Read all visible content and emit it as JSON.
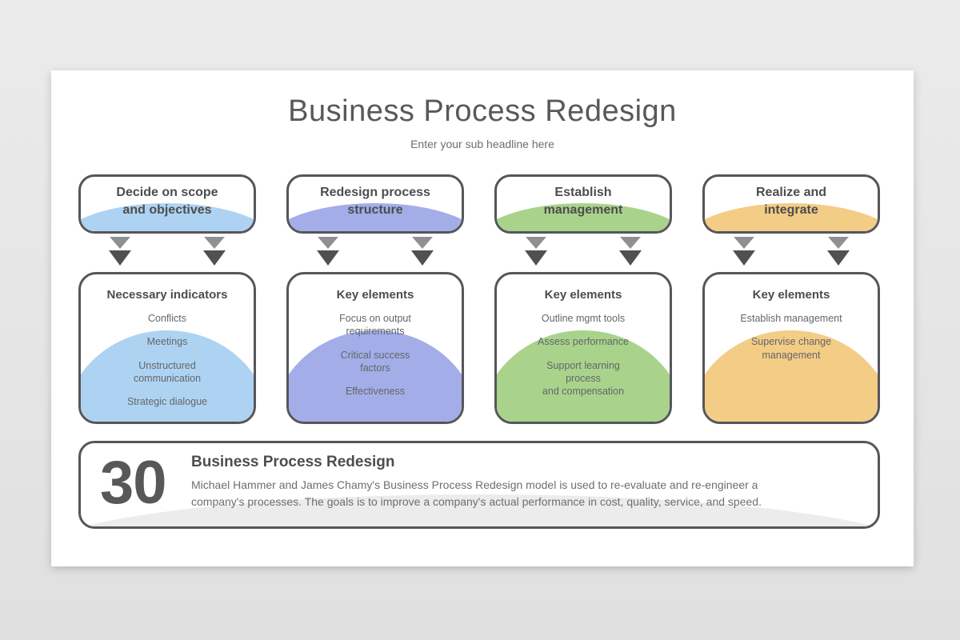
{
  "slide": {
    "title": "Business Process Redesign",
    "subtitle": "Enter your sub headline here"
  },
  "colors": {
    "border": "#55565a",
    "blue": "#aed3f2",
    "periwinkle": "#a3ade8",
    "green": "#a9d38b",
    "orange": "#f3cc86",
    "footer_dome": "#ececec",
    "arrow_light": "#8f9092",
    "arrow_dark": "#505153"
  },
  "columns": [
    {
      "header": "Decide on scope\nand objectives",
      "color": "#aed3f2",
      "box_title": "Necessary indicators",
      "items": [
        "Conflicts",
        "Meetings",
        "Unstructured\ncommunication",
        "Strategic dialogue"
      ]
    },
    {
      "header": "Redesign process\nstructure",
      "color": "#a3ade8",
      "box_title": "Key elements",
      "items": [
        "Focus on output\nrequirements",
        "Critical success\nfactors",
        "Effectiveness"
      ]
    },
    {
      "header": "Establish\nmanagement",
      "color": "#a9d38b",
      "box_title": "Key elements",
      "items": [
        "Outline mgmt tools",
        "Assess performance",
        "Support learning\nprocess\nand compensation"
      ]
    },
    {
      "header": "Realize and\nintegrate",
      "color": "#f3cc86",
      "box_title": "Key elements",
      "items": [
        "Establish management",
        "Supervise change\nmanagement"
      ]
    }
  ],
  "footer": {
    "number": "30",
    "title": "Business Process Redesign",
    "description": "Michael Hammer and James Chamy's Business Process Redesign model is used to re-evaluate and re-engineer a\ncompany's processes. The goals is to improve a company's actual performance in cost, quality, service, and speed."
  }
}
